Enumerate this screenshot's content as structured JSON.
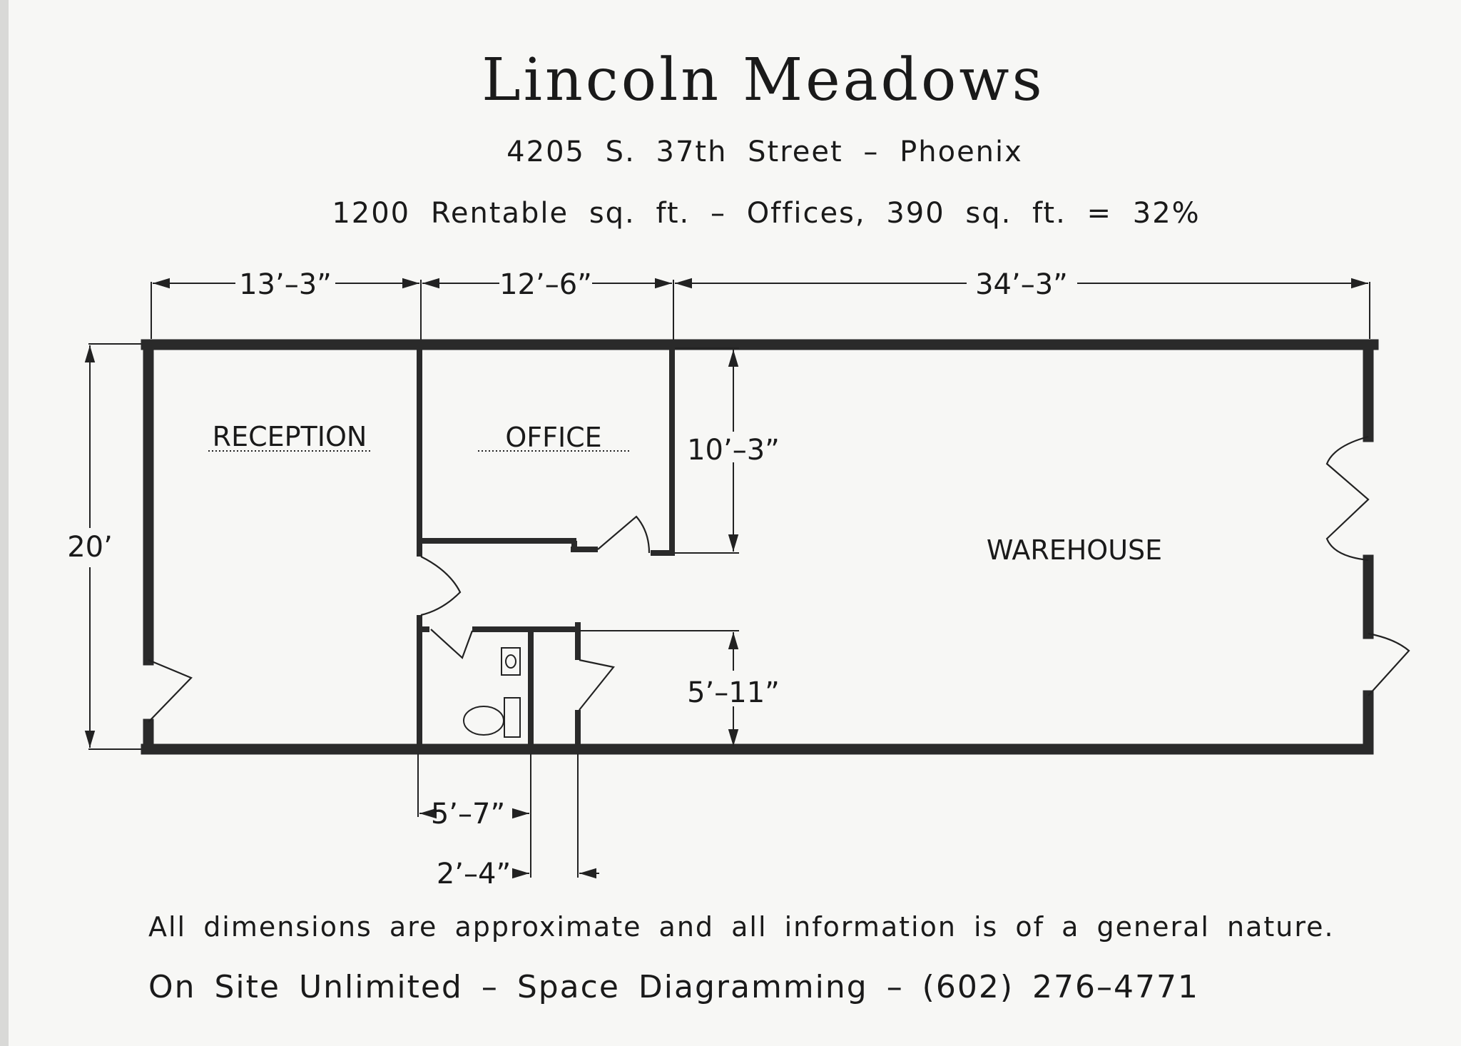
{
  "header": {
    "title": "Lincoln Meadows",
    "address": "4205 S. 37th Street – Phoenix",
    "area": "1200 Rentable sq. ft. – Offices, 390 sq. ft. = 32%"
  },
  "rooms": {
    "reception": "RECEPTION",
    "office": "OFFICE",
    "warehouse": "WAREHOUSE"
  },
  "dimensions": {
    "top_left": "13’–3”",
    "top_middle": "12’–6”",
    "top_right": "34’–3”",
    "height": "20’",
    "office_depth": "10’–3”",
    "restroom_depth": "5’–11”",
    "restroom_width": "5’–7”",
    "closet_width": "2’–4”"
  },
  "footer": {
    "disclaimer": "All dimensions are approximate and all information is of a general nature.",
    "credit": "On Site Unlimited – Space Diagramming – (602) 276–4771"
  }
}
